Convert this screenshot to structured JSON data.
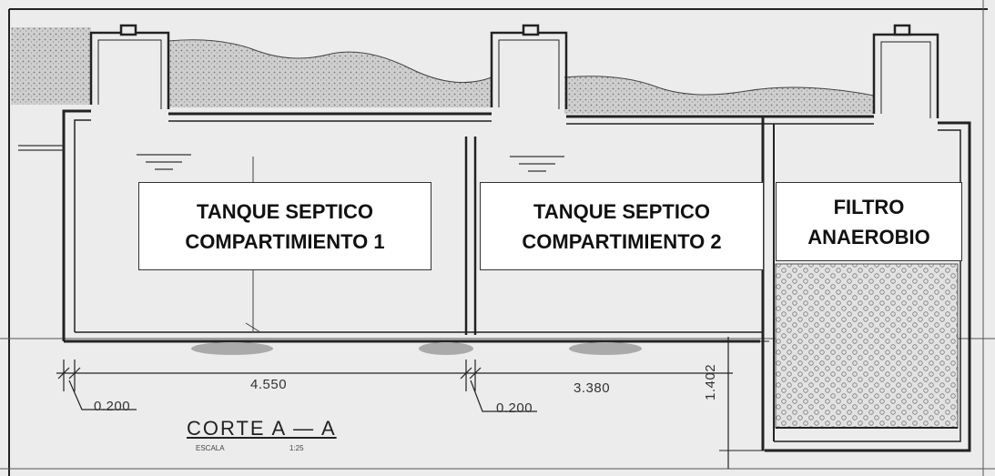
{
  "labels": {
    "compartment_1": {
      "line1": "TANQUE SEPTICO",
      "line2": "COMPARTIMIENTO 1"
    },
    "compartment_2": {
      "line1": "TANQUE SEPTICO",
      "line2": "COMPARTIMIENTO 2"
    },
    "filter": {
      "line1": "FILTRO",
      "line2": "ANAEROBIO"
    }
  },
  "dimensions": {
    "wall_left": "0.200",
    "length_1": "4.550",
    "wall_mid": "0.200",
    "length_2": "3.380",
    "height_right": "1.402"
  },
  "section": {
    "title": "CORTE A — A",
    "scale_label": "ESCALA",
    "scale_value": "1:25"
  },
  "colors": {
    "paper": "#ececec",
    "ink": "#222222",
    "soil": "#b5b5b5",
    "label_bg": "#ffffff"
  }
}
